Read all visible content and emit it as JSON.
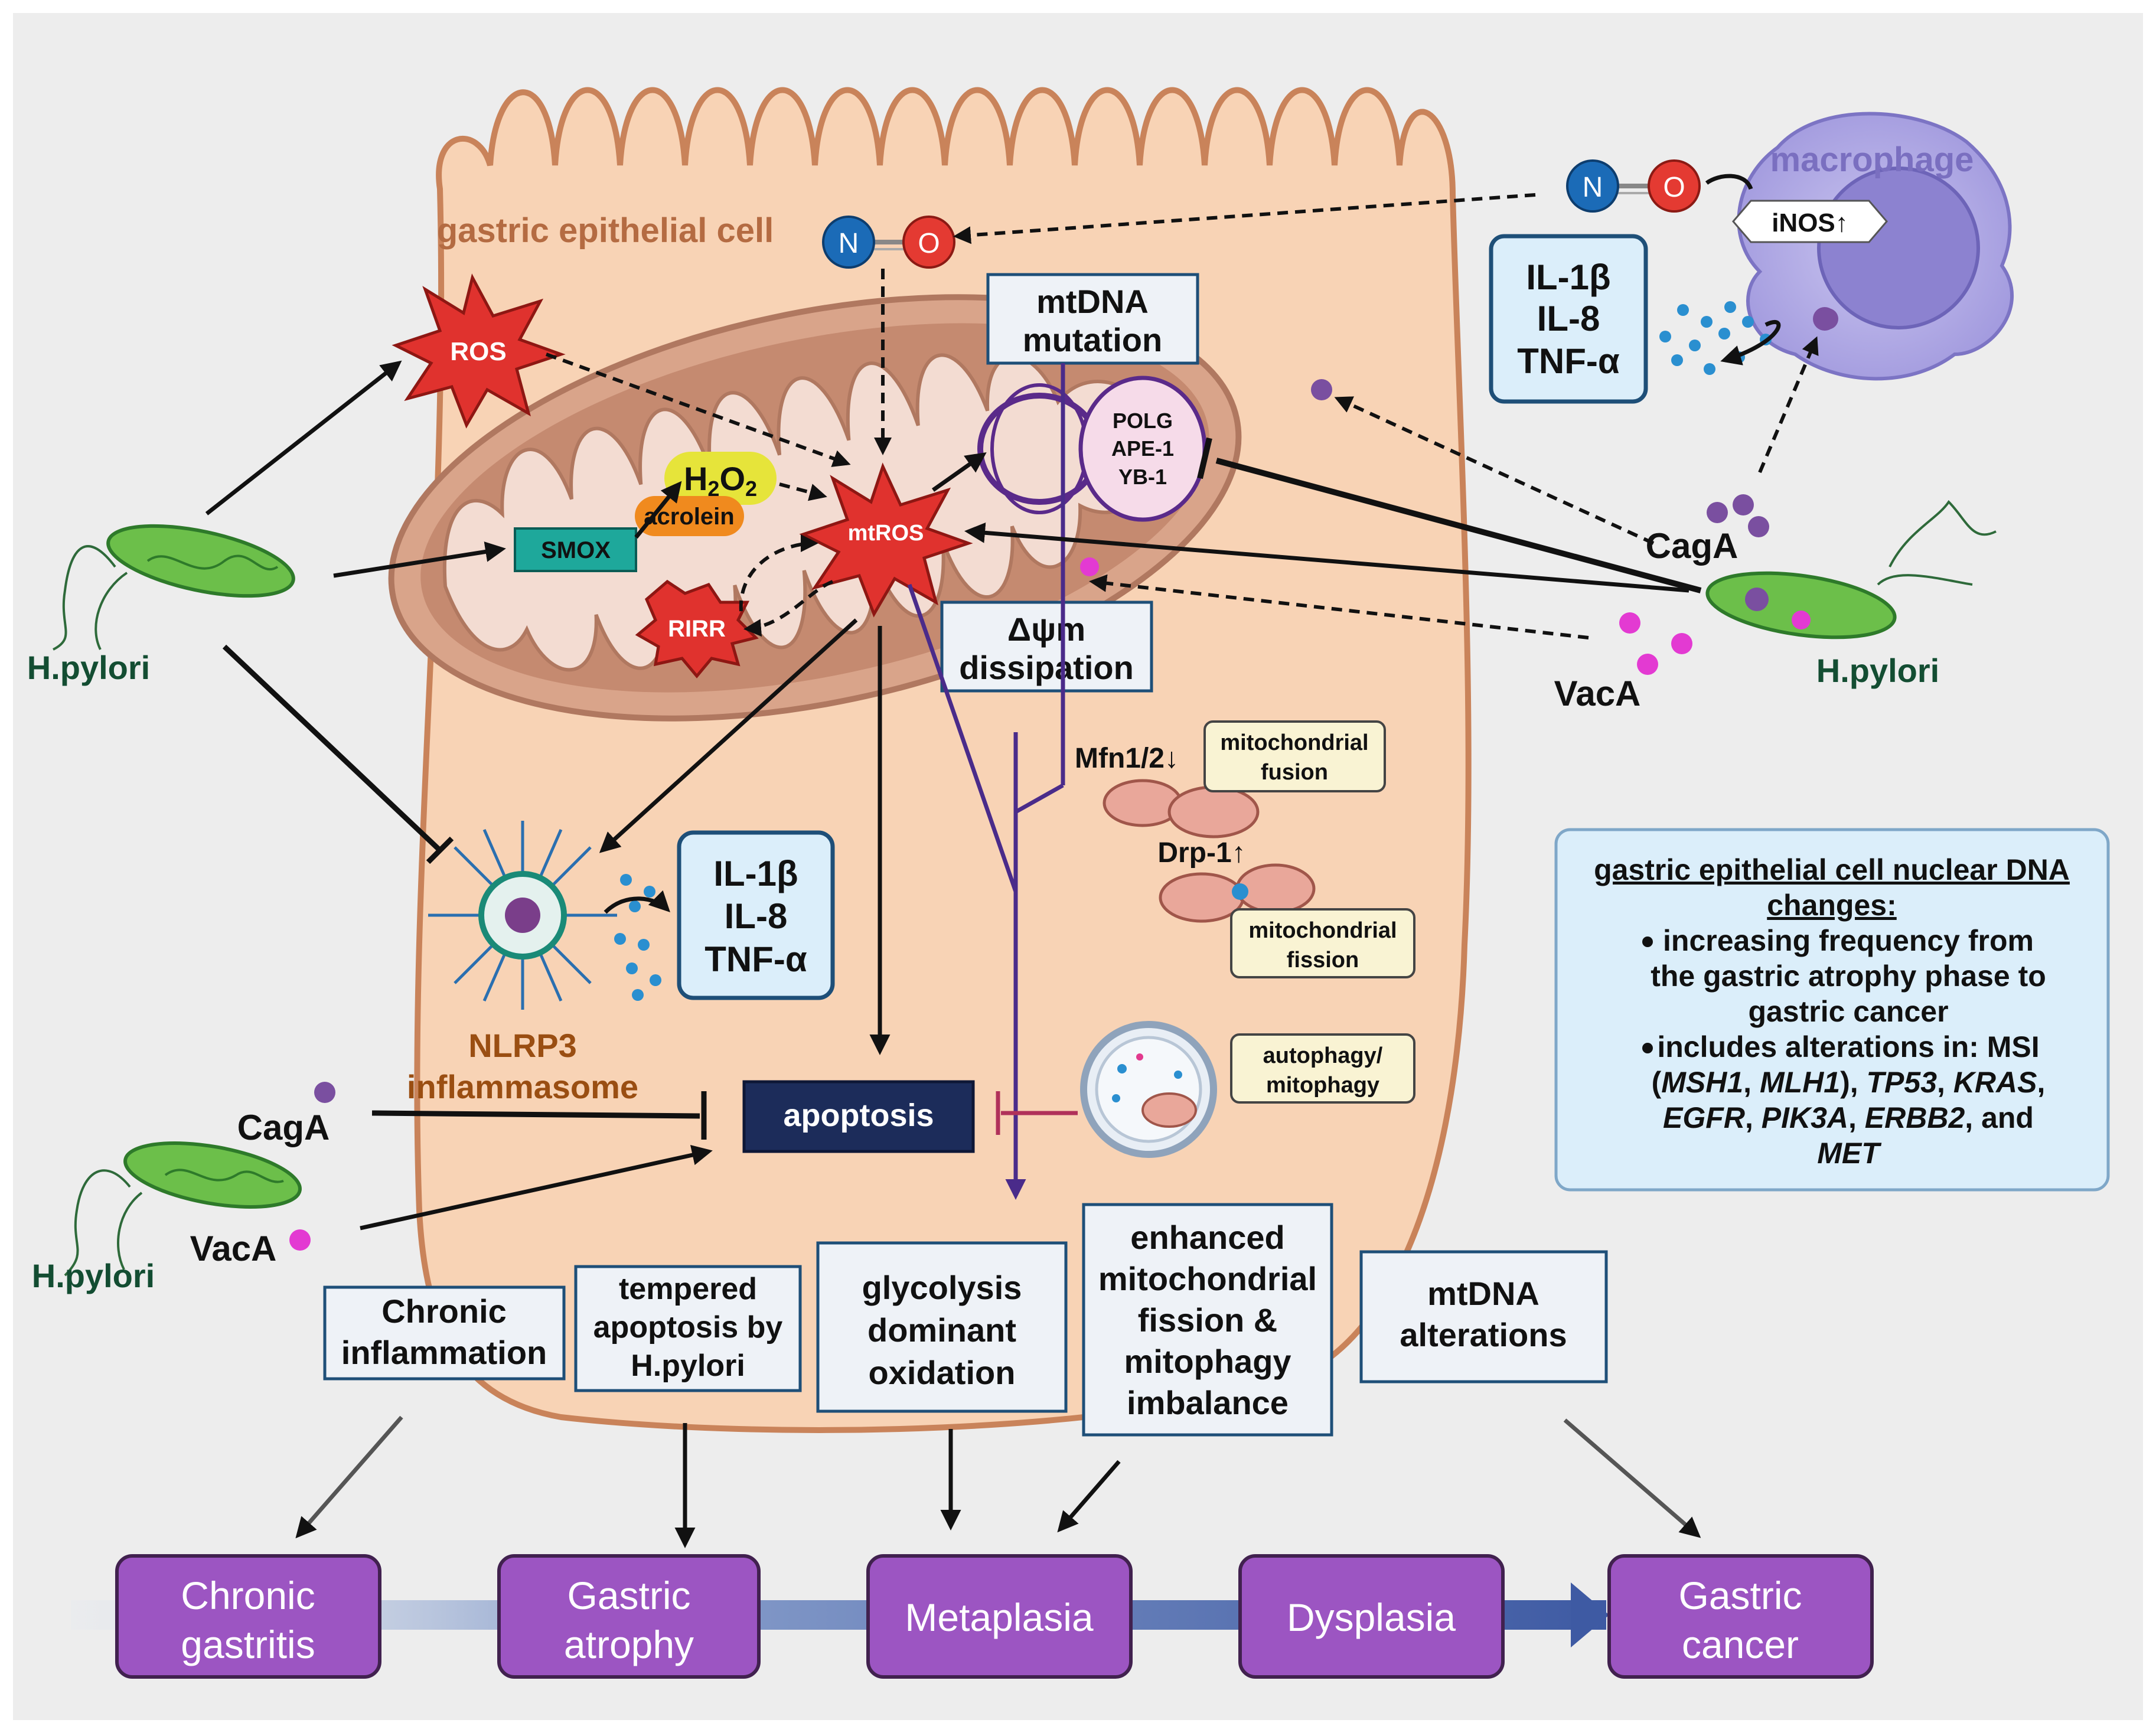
{
  "cell": {
    "label": "gastric epithelial cell"
  },
  "macrophage": {
    "label": "macrophage",
    "inos": "iNOS↑",
    "cytokines": [
      "IL-1β",
      "IL-8",
      "TNF-α"
    ]
  },
  "molecules": {
    "n": "N",
    "o": "O"
  },
  "mito": {
    "ros": "ROS",
    "mtros": "mtROS",
    "rirr": "RIRR",
    "smox": "SMOX",
    "h2o2_main": "H",
    "h2o2_sub": "2",
    "h2o2_o": "O",
    "h2o2_sub2": "2",
    "acrolein": "acrolein",
    "repair": [
      "POLG",
      "APE-1",
      "YB-1"
    ],
    "mtdna_mutation": [
      "mtDNA",
      "mutation"
    ],
    "dpsi": [
      "Δψm",
      "dissipation"
    ]
  },
  "dynamics": {
    "mfn": "Mfn1/2↓",
    "fusion": [
      "mitochondrial",
      "fusion"
    ],
    "drp": "Drp-1↑",
    "fission": [
      "mitochondrial",
      "fission"
    ],
    "autophagy": [
      "autophagy/",
      "mitophagy"
    ]
  },
  "inflammasome": {
    "label": [
      "NLRP3",
      "inflammasome"
    ],
    "cytokines": [
      "IL-1β",
      "IL-8",
      "TNF-α"
    ]
  },
  "apoptosis": "apoptosis",
  "bacteria": {
    "hp_left": "H.pylori",
    "hp_right": "H.pylori",
    "hp_bottom": "H.pylori",
    "caga_right": "CagA",
    "vaca_right": "VacA",
    "caga_bottom": "CagA",
    "vaca_bottom": "VacA"
  },
  "nuclear_box": {
    "title": [
      "gastric epithelial cell nuclear DNA",
      "changes:"
    ],
    "bullet1": [
      "increasing frequency from",
      "the gastric atrophy phase to",
      "gastric cancer"
    ],
    "bullet2_line1": "includes alterations in: MSI",
    "bullet2_line2": [
      "(",
      "MSH1",
      ", ",
      "MLH1",
      "), ",
      "TP53",
      ", ",
      "KRAS",
      ","
    ],
    "bullet2_line3": [
      "EGFR",
      ", ",
      "PIK3A",
      ", ",
      "ERBB2",
      ", and"
    ],
    "bullet2_line4": "MET"
  },
  "outcomes": [
    [
      "Chronic",
      "inflammation"
    ],
    [
      "tempered",
      "apoptosis by",
      "H.pylori"
    ],
    [
      "glycolysis",
      "dominant",
      "oxidation"
    ],
    [
      "enhanced",
      "mitochondrial",
      "fission &",
      "mitophagy",
      "imbalance"
    ],
    [
      "mtDNA",
      "alterations"
    ]
  ],
  "stages": [
    [
      "Chronic",
      "gastritis"
    ],
    [
      "Gastric",
      "atrophy"
    ],
    [
      "Metaplasia"
    ],
    [
      "Dysplasia"
    ],
    [
      "Gastric",
      "cancer"
    ]
  ],
  "colors": {
    "cell_fill": "#f8d3b5",
    "cell_stroke": "#c9835a",
    "mito_outer": "#d9a48a",
    "mito_inner": "#f3dcd2",
    "stage_fill": "#9c55c2",
    "stage_stroke": "#41214f",
    "box_fill": "#dbeefa",
    "box_stroke": "#1e4f78",
    "ros_red": "#e0322e",
    "bacteria_green": "#6cbf4a",
    "dna_purple": "#5a2a8a",
    "apoptosis_fill": "#1c2c5a"
  }
}
